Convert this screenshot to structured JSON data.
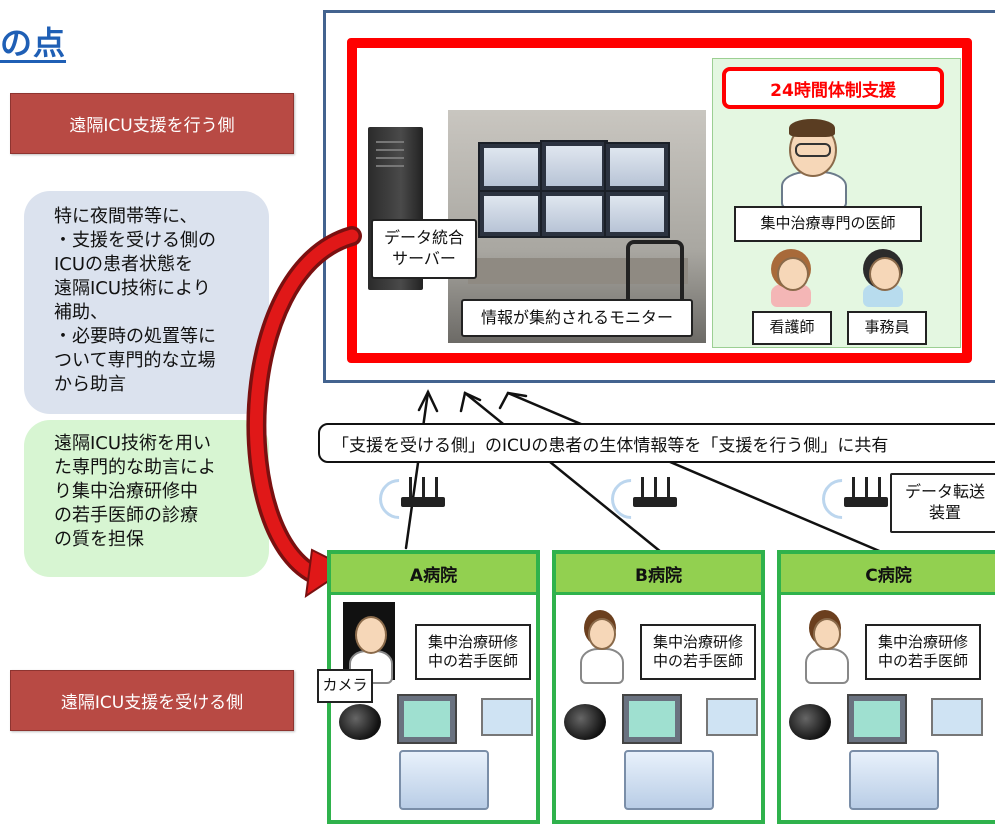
{
  "title_fragment": "の点",
  "roles": {
    "support_side": "遠隔ICU支援を行う側",
    "receiving_side": "遠隔ICU支援を受ける側"
  },
  "callouts": {
    "night_support": [
      "特に夜間帯等に、",
      "・支援を受ける側の",
      "ICUの患者状態を",
      "遠隔ICU技術により",
      "補助、",
      "・必要時の処置等に",
      "ついて専門的な立場",
      "から助言"
    ],
    "quality": [
      "遠隔ICU技術を用い",
      "た専門的な助言によ",
      "り集中治療研修中",
      "の若手医師の診療",
      "の質を担保"
    ]
  },
  "center": {
    "server_label_line1": "データ統合",
    "server_label_line2": "サーバー",
    "monitor_label": "情報が集約されるモニター",
    "support_24h": "24時間体制支援",
    "doctor_label": "集中治療専門の医師",
    "nurse_label": "看護師",
    "clerk_label": "事務員"
  },
  "banner": "「支援を受ける側」のICUの患者の生体情報等を「支援を行う側」に共有",
  "device_label_line1": "データ転送",
  "device_label_line2": "装置",
  "camera_label": "カメラ",
  "hospitals": [
    {
      "name": "A病院",
      "resident_line1": "集中治療研修",
      "resident_line2": "中の若手医師"
    },
    {
      "name": "B病院",
      "resident_line1": "集中治療研修",
      "resident_line2": "中の若手医師"
    },
    {
      "name": "C病院",
      "resident_line1": "集中治療研修",
      "resident_line2": "中の若手医師"
    }
  ],
  "colors": {
    "alert_red": "#ff0000",
    "role_red": "#b84a44",
    "hospital_green": "#2fb24c",
    "hospital_header": "#92d050",
    "title_blue": "#1f5fb5"
  }
}
